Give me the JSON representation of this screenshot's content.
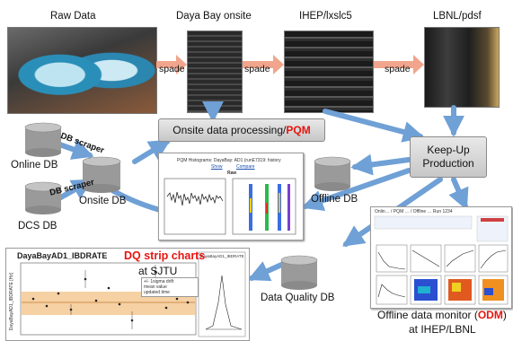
{
  "nodes": {
    "raw_data": "Raw Data",
    "daya_bay_onsite": "Daya Bay onsite",
    "ihep": "IHEP/lxslc5",
    "lbnl": "LBNL/pdsf",
    "spade_1": "spade",
    "spade_2": "spade",
    "spade_3": "spade",
    "onsite_processing": "Onsite data processing/",
    "pqm": "PQM",
    "online_db": "Online DB",
    "dcs_db": "DCS DB",
    "onsite_db": "Onsite DB",
    "db_scraper_1": "DB scraper",
    "db_scraper_2": "DB scraper",
    "offline_db": "Offline DB",
    "keepup_line1": "Keep-Up",
    "keepup_line2": "Production",
    "data_quality_db": "Data Quality DB",
    "odm_prefix": "Offline data monitor (",
    "odm": "ODM",
    "odm_suffix": ")",
    "odm_location": "at IHEP/LBNL",
    "dq_strip_charts": "DQ strip charts",
    "dq_location": "at SJTU"
  },
  "pqm_panel": {
    "title": "PQM Histograms: DayaBay: AD1 (runE7319: history",
    "links": [
      "Show",
      "Compare"
    ],
    "subtitle": "Raw"
  },
  "strip_chart": {
    "title": "DayaBayAD1_IBDRATE",
    "ylabel": "DayaBayAD1_IBDRATE [Hz]",
    "legend": [
      "+/- 1sigma drift",
      "mean value",
      "updated time"
    ],
    "side_title": "DayaBayAD1_IBDRATE"
  },
  "odm_panel": {
    "title": "Onlin… / PQM … / Offline … Run 1234"
  },
  "colors": {
    "arrow_blue": "#6fa0d6",
    "spade_arrow": "#f0a58c",
    "accent_red": "#e8140f",
    "cylinder_gray": "#9a9a9a"
  }
}
